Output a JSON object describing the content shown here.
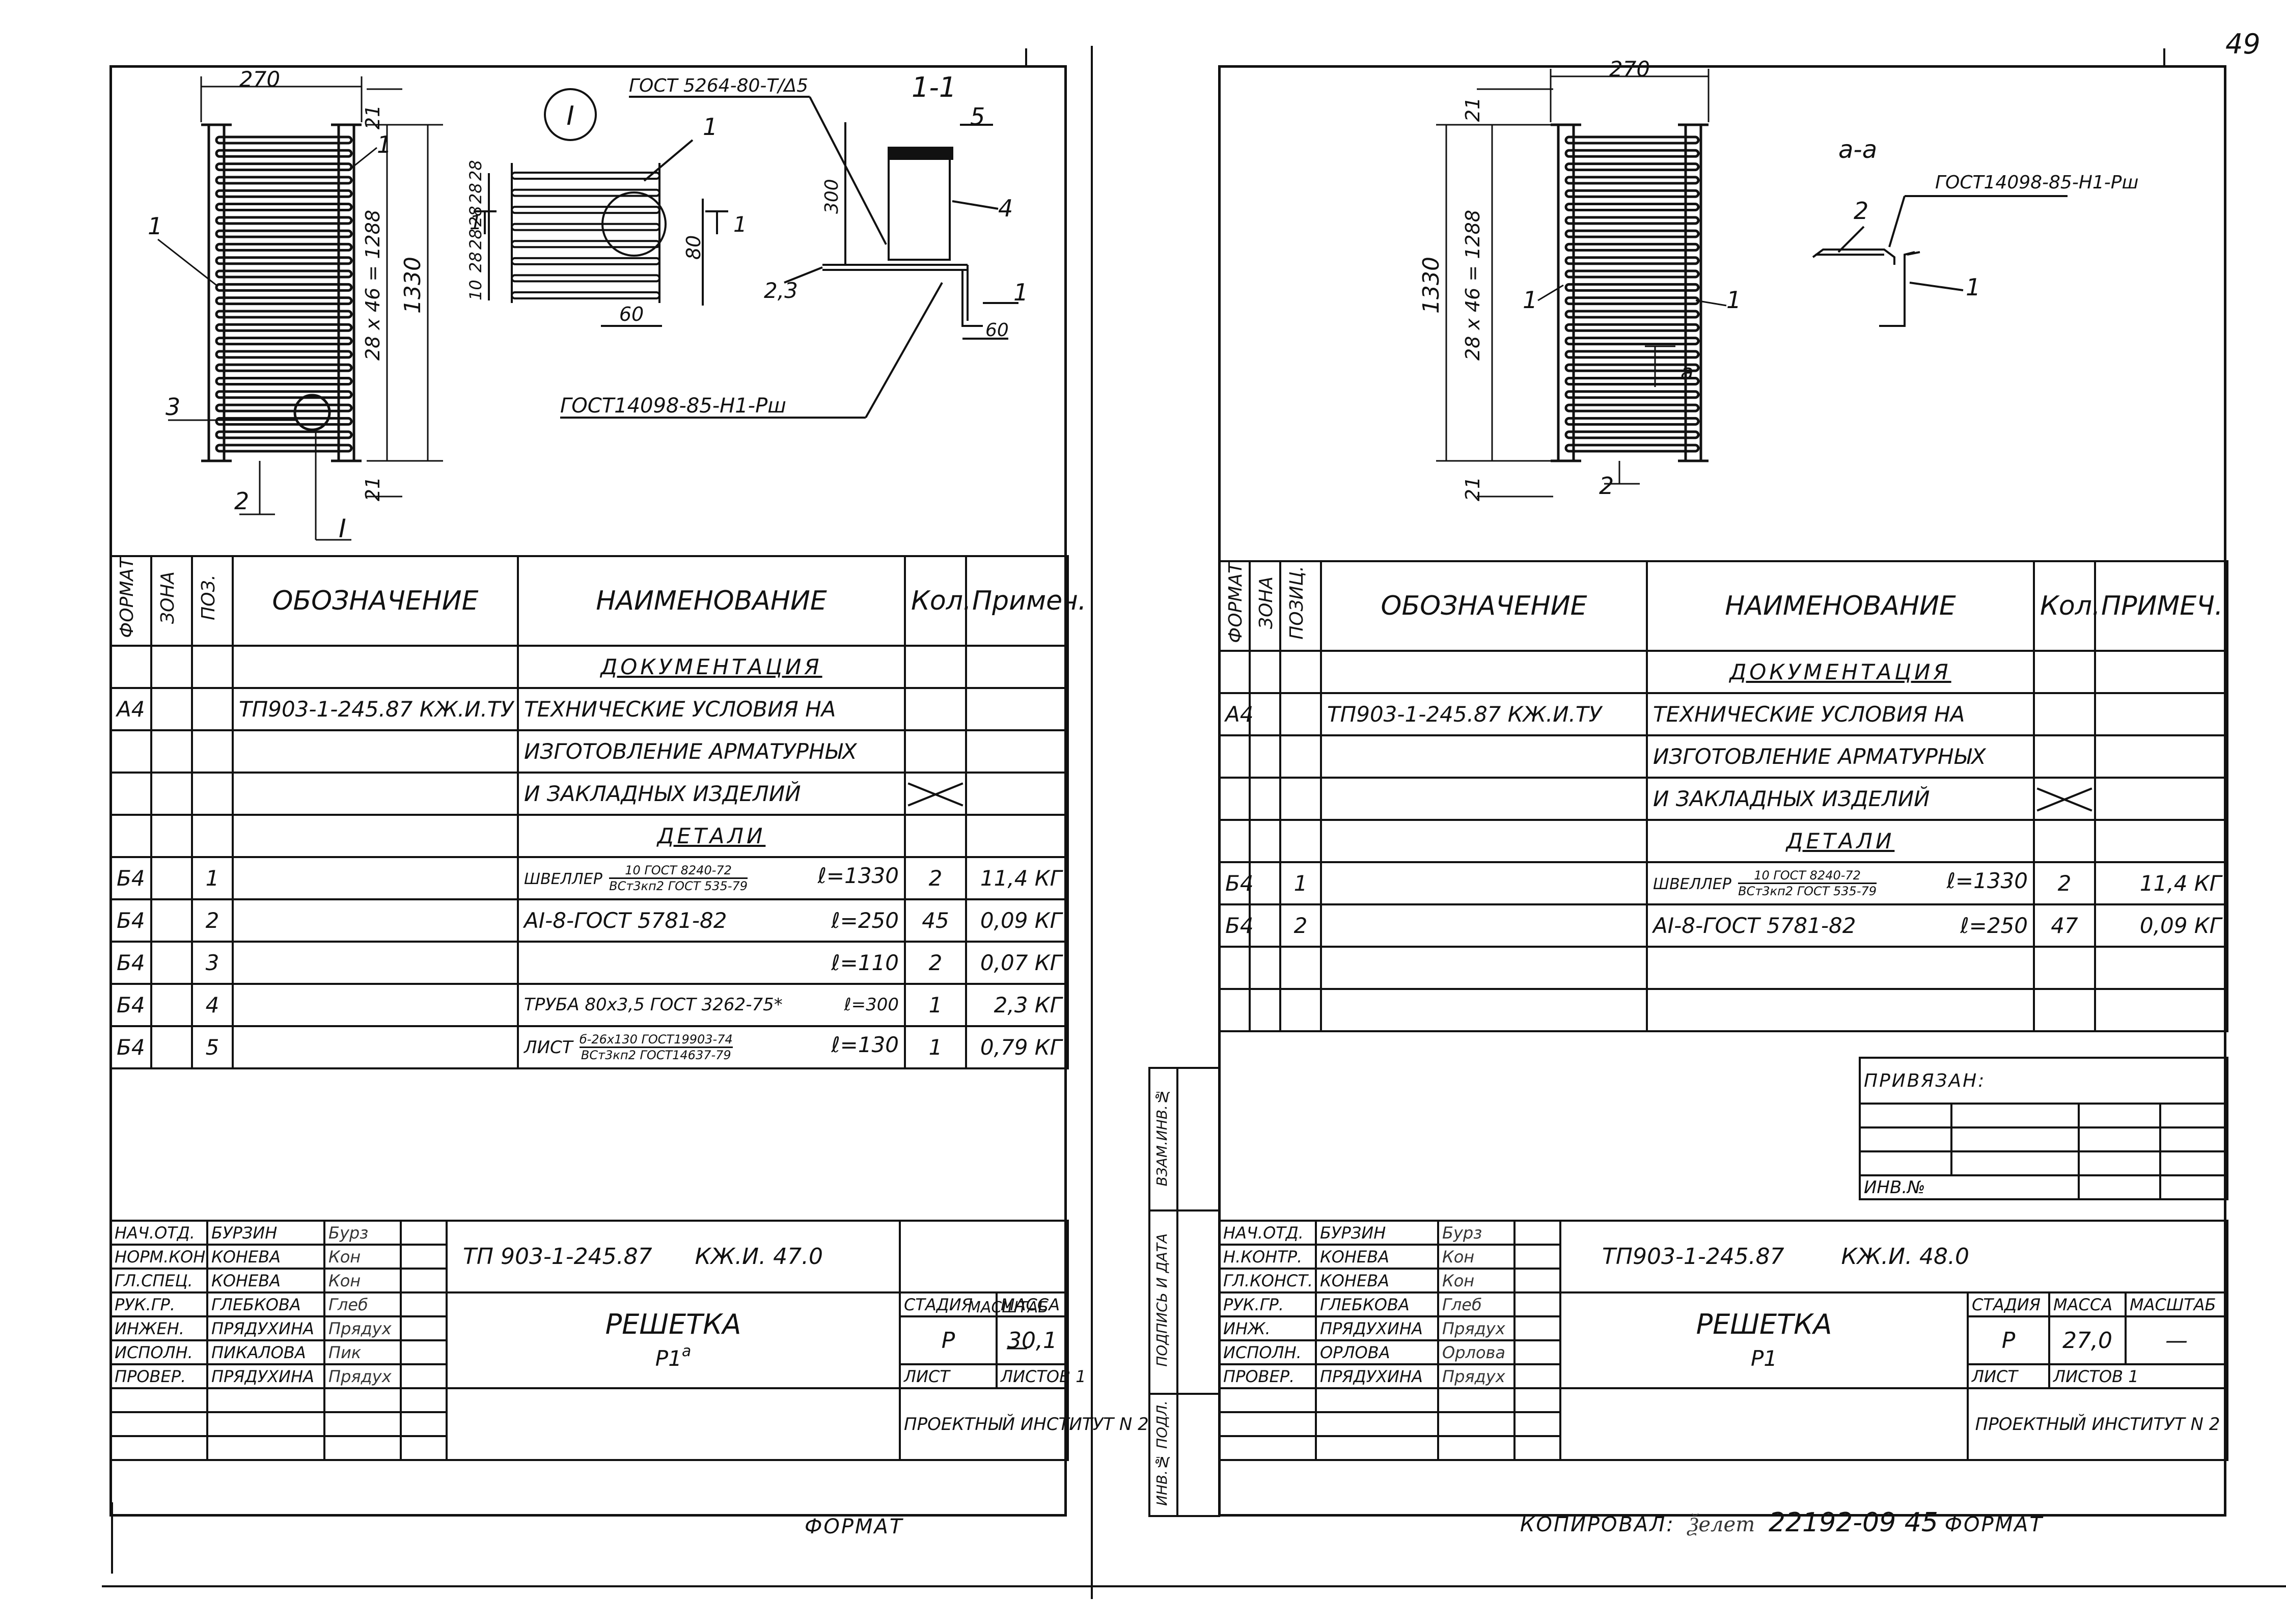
{
  "page_number": "49",
  "copy_note": "КОПИРОВАЛ:",
  "copy_number": "22192-09 45",
  "format_label": "ФОРМАТ",
  "side_stamp": [
    "ИНВ.№ ПОДЛ.",
    "ПОДПИСЬ И ДАТА",
    "ВЗАМ.ИНВ.№"
  ],
  "left": {
    "drawing": {
      "dim_width": "270",
      "dim_21_top": "21",
      "dim_21_bot": "21",
      "dim_pitch": "28 x 46 = 1288",
      "dim_length": "1330",
      "weld_ref": "ГОСТ 5264-80-Т/Δ5",
      "rod_ref": "ГОСТ14098-85-Н1-Рш",
      "section_label": "1-1",
      "node_label": "I",
      "node_mark": "I",
      "cut_mark": "1",
      "cut_mark_left": "1",
      "node_dims": [
        "28",
        "28",
        "28",
        "28",
        "10",
        "28",
        "80",
        "60"
      ],
      "sec_dims": [
        "300",
        "60"
      ],
      "pos_labels": [
        "1",
        "1",
        "1",
        "3",
        "2",
        "2,3",
        "4",
        "5",
        "1"
      ]
    },
    "spec": {
      "head": {
        "format": "ФОРМАТ",
        "zone": "ЗОНА",
        "pos": "ПОЗ.",
        "designation": "ОБОЗНАЧЕНИЕ",
        "name": "НАИМЕНОВАНИЕ",
        "qty": "Кол.",
        "note": "Примеч."
      },
      "doc_section": "ДОКУМЕНТАЦИЯ",
      "doc_rows": [
        {
          "format": "А4",
          "designation": "ТП903-1-245.87 КЖ.И.ТУ",
          "name": "ТЕХНИЧЕСКИЕ УСЛОВИЯ НА"
        },
        {
          "format": "",
          "designation": "",
          "name": "ИЗГОТОВЛЕНИЕ АРМАТУРНЫХ"
        },
        {
          "format": "",
          "designation": "",
          "name": "И ЗАКЛАДНЫХ ИЗДЕЛИЙ"
        }
      ],
      "detail_section": "ДЕТАЛИ",
      "rows": [
        {
          "format": "Б4",
          "pos": "1",
          "name": "ШВЕЛЛЕР",
          "num": "10 ГОСТ 8240-72",
          "den": "ВСт3кп2 ГОСТ 535-79",
          "len": "ℓ=1330",
          "qty": "2",
          "note": "11,4 КГ"
        },
        {
          "format": "Б4",
          "pos": "2",
          "name": "АI-8-ГОСТ 5781-82",
          "num": "",
          "den": "",
          "len": "ℓ=250",
          "qty": "45",
          "note": "0,09 КГ"
        },
        {
          "format": "Б4",
          "pos": "3",
          "name": "",
          "num": "",
          "den": "",
          "len": "ℓ=110",
          "qty": "2",
          "note": "0,07 КГ"
        },
        {
          "format": "Б4",
          "pos": "4",
          "name": "ТРУБА 80х3,5 ГОСТ 3262-75*",
          "num": "",
          "den": "",
          "len": "ℓ=300",
          "qty": "1",
          "note": "2,3 КГ"
        },
        {
          "format": "Б4",
          "pos": "5",
          "name": "ЛИСТ",
          "num": "б-26х130 ГОСТ19903-74",
          "den": "ВСт3кп2 ГОСТ14637-79",
          "len": "ℓ=130",
          "qty": "1",
          "note": "0,79 КГ"
        }
      ]
    },
    "title_block": {
      "staff": [
        {
          "role": "НАЧ.ОТД.",
          "name": "БУРЗИН",
          "sign": "Бурз"
        },
        {
          "role": "НОРМ.КОН.",
          "name": "КОНЕВА",
          "sign": "Кон"
        },
        {
          "role": "ГЛ.СПЕЦ.",
          "name": "КОНЕВА",
          "sign": "Кон"
        },
        {
          "role": "РУК.ГР.",
          "name": "ГЛЕБКОВА",
          "sign": "Глеб"
        },
        {
          "role": "ИНЖЕН.",
          "name": "ПРЯДУХИНА",
          "sign": "Прядух"
        },
        {
          "role": "ИСПОЛН.",
          "name": "ПИКАЛОВА",
          "sign": "Пик"
        },
        {
          "role": "ПРОВЕР.",
          "name": "ПРЯДУХИНА",
          "sign": "Прядух"
        }
      ],
      "doc_code": "ТП 903-1-245.87",
      "sheet_code": "КЖ.И. 47.0",
      "title": "РЕШЕТКА",
      "subtitle": "Р1",
      "subtitle_sup": "а",
      "stage_label": "СТАДИЯ",
      "mass_label": "МАССА",
      "scale_label": "МАСШТАБ",
      "stage": "Р",
      "mass": "30,1",
      "scale": "—",
      "sheet_label": "ЛИСТ",
      "sheets_label": "ЛИСТОВ 1",
      "org": "ПРОЕКТНЫЙ ИНСТИТУТ N 2"
    }
  },
  "right": {
    "drawing": {
      "dim_width": "270",
      "dim_21_top": "21",
      "dim_21_bot": "21",
      "dim_pitch": "28 x 46 = 1288",
      "dim_length": "1330",
      "section_label": "а-а",
      "cut_mark": "а",
      "rod_ref": "ГОСТ14098-85-Н1-Рш",
      "pos_labels": [
        "1",
        "1",
        "2",
        "2",
        "1"
      ]
    },
    "spec": {
      "head": {
        "format": "ФОРМАТ",
        "zone": "ЗОНА",
        "pos": "ПОЗИЦ.",
        "designation": "ОБОЗНАЧЕНИЕ",
        "name": "НАИМЕНОВАНИЕ",
        "qty": "Кол.",
        "note": "ПРИМЕЧ."
      },
      "doc_section": "ДОКУМЕНТАЦИЯ",
      "doc_rows": [
        {
          "format": "А4",
          "designation": "ТП903-1-245.87 КЖ.И.ТУ",
          "name": "ТЕХНИЧЕСКИЕ УСЛОВИЯ НА"
        },
        {
          "format": "",
          "designation": "",
          "name": "ИЗГОТОВЛЕНИЕ АРМАТУРНЫХ"
        },
        {
          "format": "",
          "designation": "",
          "name": "И ЗАКЛАДНЫХ ИЗДЕЛИЙ"
        }
      ],
      "detail_section": "ДЕТАЛИ",
      "rows": [
        {
          "format": "Б4",
          "pos": "1",
          "name": "ШВЕЛЛЕР",
          "num": "10 ГОСТ 8240-72",
          "den": "ВСт3кп2 ГОСТ 535-79",
          "len": "ℓ=1330",
          "qty": "2",
          "note": "11,4 КГ"
        },
        {
          "format": "Б4",
          "pos": "2",
          "name": "АI-8-ГОСТ 5781-82",
          "num": "",
          "den": "",
          "len": "ℓ=250",
          "qty": "47",
          "note": "0,09 КГ"
        }
      ]
    },
    "binding": {
      "label": "ПРИВЯЗАН:",
      "inv": "ИНВ.№"
    },
    "title_block": {
      "staff": [
        {
          "role": "НАЧ.ОТД.",
          "name": "БУРЗИН",
          "sign": "Бурз"
        },
        {
          "role": "Н.КОНТР.",
          "name": "КОНЕВА",
          "sign": "Кон"
        },
        {
          "role": "ГЛ.КОНСТ.",
          "name": "КОНЕВА",
          "sign": "Кон"
        },
        {
          "role": "РУК.ГР.",
          "name": "ГЛЕБКОВА",
          "sign": "Глеб"
        },
        {
          "role": "ИНЖ.",
          "name": "ПРЯДУХИНА",
          "sign": "Прядух"
        },
        {
          "role": "ИСПОЛН.",
          "name": "ОРЛОВА",
          "sign": "Орлова"
        },
        {
          "role": "ПРОВЕР.",
          "name": "ПРЯДУХИНА",
          "sign": "Прядух"
        }
      ],
      "doc_code": "ТП903-1-245.87",
      "sheet_code": "КЖ.И. 48.0",
      "title": "РЕШЕТКА",
      "subtitle": "Р1",
      "stage_label": "СТАДИЯ",
      "mass_label": "МАССА",
      "scale_label": "МАСШТАБ",
      "stage": "Р",
      "mass": "27,0",
      "scale": "—",
      "sheet_label": "ЛИСТ",
      "sheets_label": "ЛИСТОВ 1",
      "org": "ПРОЕКТНЫЙ ИНСТИТУТ N 2"
    }
  }
}
